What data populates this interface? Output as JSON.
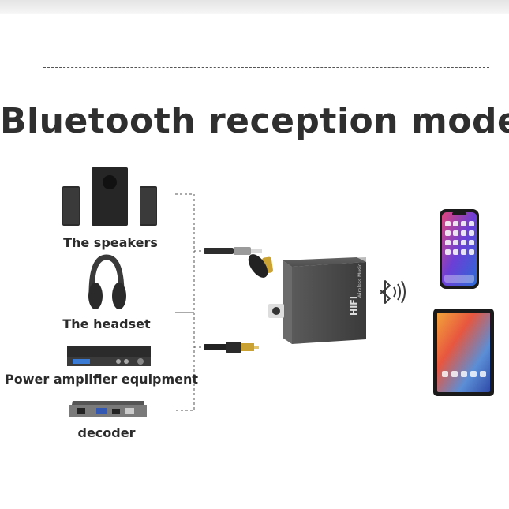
{
  "title": "Bluetooth reception mode",
  "devices": {
    "speakers": "The speakers",
    "headset": "The headset",
    "amplifier": "Power amplifier equipment",
    "decoder": "decoder"
  },
  "receiver": {
    "brand_line_1": "HIFI",
    "brand_line_2": "Wireless Music"
  },
  "icons": {
    "bluetooth": "bluetooth-signal-icon"
  },
  "colors": {
    "receiver_body": "#4a4a4a",
    "title_text": "#2f2f2f",
    "antenna_gold": "#c9a233"
  }
}
